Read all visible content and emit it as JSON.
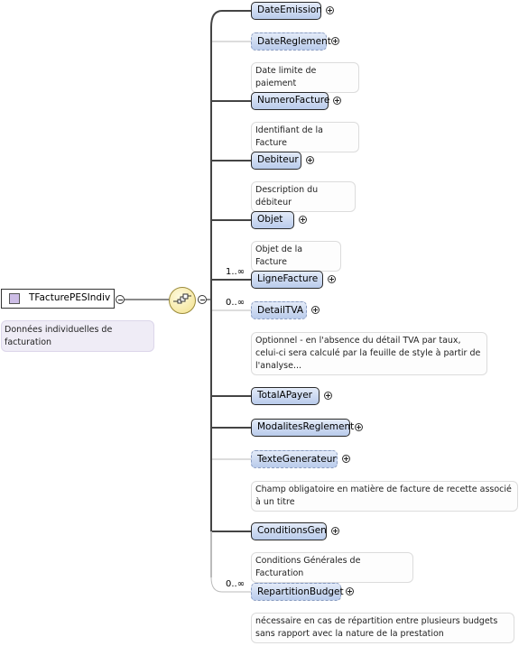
{
  "root": {
    "name": "TFacturePESIndiv",
    "annotation": "Données individuelles de facturation",
    "icon": "complex-type-icon"
  },
  "compositor": {
    "type": "sequence",
    "icon": "sequence-compositor-icon"
  },
  "elements": [
    {
      "name": "DateEmission",
      "optional": false,
      "card": "",
      "annotation": ""
    },
    {
      "name": "DateReglement",
      "optional": true,
      "card": "",
      "annotation": "Date limite de paiement"
    },
    {
      "name": "NumeroFacture",
      "optional": false,
      "card": "",
      "annotation": "Identifiant de la Facture"
    },
    {
      "name": "Debiteur",
      "optional": false,
      "card": "",
      "annotation": "Description du débiteur"
    },
    {
      "name": "Objet",
      "optional": false,
      "card": "",
      "annotation": "Objet de la Facture"
    },
    {
      "name": "LigneFacture",
      "optional": false,
      "card": "1..∞",
      "annotation": ""
    },
    {
      "name": "DetailTVA",
      "optional": true,
      "card": "0..∞",
      "annotation": "Optionnel - en l'absence du détail TVA par taux, celui-ci sera calculé par la feuille de style à partir de l'analyse..."
    },
    {
      "name": "TotalAPayer",
      "optional": false,
      "card": "",
      "annotation": ""
    },
    {
      "name": "ModalitesReglement",
      "optional": false,
      "card": "",
      "annotation": ""
    },
    {
      "name": "TexteGenerateur",
      "optional": true,
      "card": "",
      "annotation": "Champ obligatoire en matière de facture de recette associé à un titre"
    },
    {
      "name": "ConditionsGen",
      "optional": false,
      "card": "",
      "annotation": "Conditions Générales de Facturation"
    },
    {
      "name": "RepartitionBudget",
      "optional": true,
      "card": "0..∞",
      "annotation": "nécessaire en cas de répartition entre plusieurs budgets sans rapport avec la nature de la prestation"
    }
  ]
}
